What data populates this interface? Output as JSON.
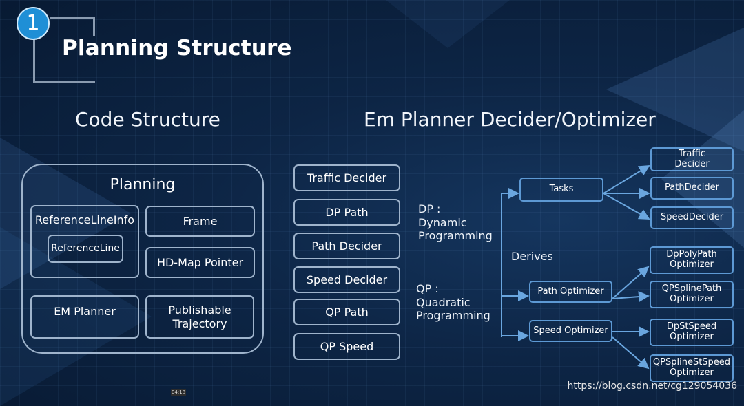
{
  "slide": {
    "badge_number": "1",
    "title": "Planning Structure"
  },
  "code_structure": {
    "heading": "Code Structure",
    "planning": {
      "label": "Planning",
      "reference_line_info": "ReferenceLineInfo",
      "reference_line": "ReferenceLine",
      "frame": "Frame",
      "hd_map_pointer": "HD-Map Pointer",
      "em_planner": "EM Planner",
      "publishable_trajectory_line1": "Publishable",
      "publishable_trajectory_line2": "Trajectory"
    }
  },
  "em_planner": {
    "heading": "Em Planner Decider/Optimizer",
    "pipeline": [
      "Traffic Decider",
      "DP Path",
      "Path Decider",
      "Speed Decider",
      "QP Path",
      "QP Speed"
    ],
    "dp_note": [
      "DP :",
      "Dynamic",
      "Programming"
    ],
    "qp_note": [
      "QP :",
      "Quadratic",
      "Programming"
    ],
    "derives_label": "Derives",
    "tree": {
      "tasks": "Tasks",
      "path_optimizer": "Path Optimizer",
      "speed_optimizer": "Speed Optimizer",
      "traffic_decider": [
        "Traffic",
        "Decider"
      ],
      "path_decider": "PathDecider",
      "speed_decider": "SpeedDecider",
      "dp_poly_path": [
        "DpPolyPath",
        "Optimizer"
      ],
      "qp_spline_path": [
        "QPSplinePath",
        "Optimizer"
      ],
      "dp_st_speed": [
        "DpStSpeed",
        "Optimizer"
      ],
      "qp_spline_st_speed": [
        "QPSplineStSpeed",
        "Optimizer"
      ]
    }
  },
  "video": {
    "timestamp": "04:18"
  },
  "watermark": "https://blog.csdn.net/cg129054036",
  "colors": {
    "badge": "#1f8fd6",
    "box_border": "#9fb4cc",
    "tree_border": "#5d99d4",
    "arrow": "#6aa6df"
  }
}
